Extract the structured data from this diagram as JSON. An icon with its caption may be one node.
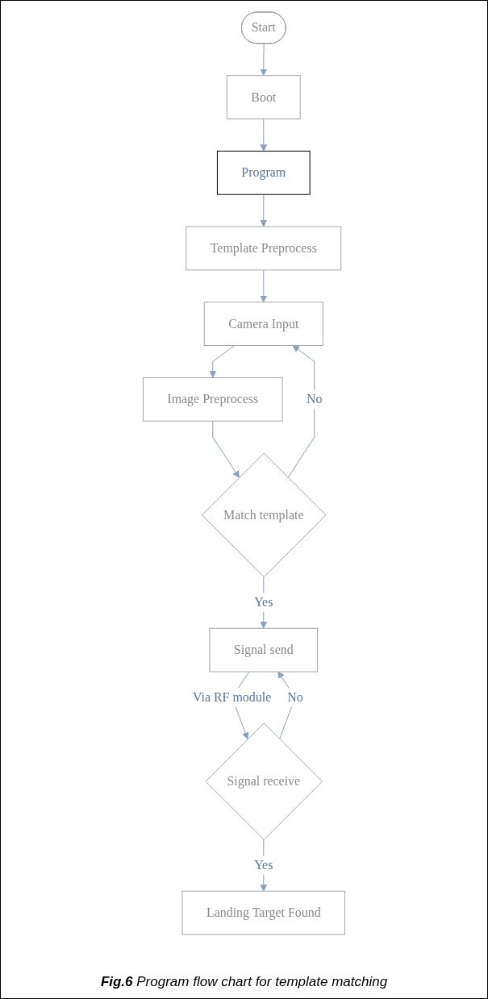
{
  "diagram": {
    "caption": "**Fig.6** Program flow chart for template matching",
    "nodes": [
      {
        "text": [
          "Start"
        ]
      },
      {
        "text": [
          "Boot"
        ]
      },
      {
        "text": [
          "Program"
        ]
      },
      {
        "text": [
          "Template Preprocess"
        ]
      },
      {
        "text": [
          "Camera Input"
        ]
      },
      {
        "text": [
          "Image Preprocess"
        ]
      },
      {
        "text": [
          "Match template"
        ]
      },
      {
        "text": [
          "Signal send"
        ]
      },
      {
        "text": [
          "Signal receive"
        ]
      },
      {
        "text": [
          "Landing Target Found"
        ]
      }
    ],
    "edges": [
      {
        "from": 0,
        "to": 1,
        "arrow": "to"
      },
      {
        "from": 1,
        "to": 2,
        "arrow": "to"
      },
      {
        "from": 2,
        "to": 3,
        "arrow": "to"
      },
      {
        "from": 3,
        "to": 4,
        "arrow": "to"
      },
      {
        "from": 4,
        "to": 5,
        "arrow": "to"
      },
      {
        "from": 5,
        "to": 6,
        "arrow": "to"
      },
      {
        "from": 6,
        "to": 4,
        "label": "No",
        "arrow": "to"
      },
      {
        "from": 6,
        "to": 7,
        "label": "Yes",
        "arrow": "to"
      },
      {
        "from": 7,
        "to": 8,
        "label": "Via RF module",
        "arrow": "to"
      },
      {
        "from": 8,
        "to": 7,
        "label": "No",
        "arrow": "to"
      },
      {
        "from": 8,
        "to": 9,
        "label": "Yes",
        "arrow": "to"
      }
    ]
  }
}
